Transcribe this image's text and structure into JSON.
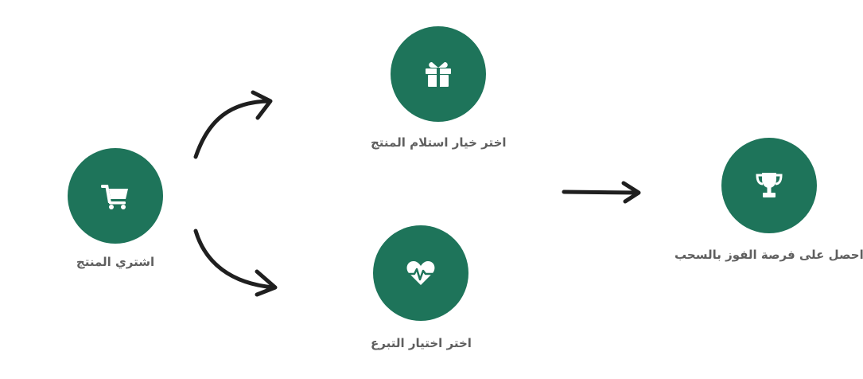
{
  "colors": {
    "circle": "#1e745a",
    "icon": "#ffffff",
    "label": "#5f5f5f",
    "arrow": "#1f1f1f"
  },
  "steps": {
    "buy": {
      "label": "اشتري المنتج",
      "icon": "cart-icon"
    },
    "receive": {
      "label": "اختر خيار استلام المنتج",
      "icon": "gift-icon"
    },
    "donate": {
      "label": "اختر اختيار التبرع",
      "icon": "heartbeat-icon"
    },
    "win": {
      "label": "احصل على فرصة الفوز بالسحب",
      "icon": "trophy-icon"
    }
  }
}
